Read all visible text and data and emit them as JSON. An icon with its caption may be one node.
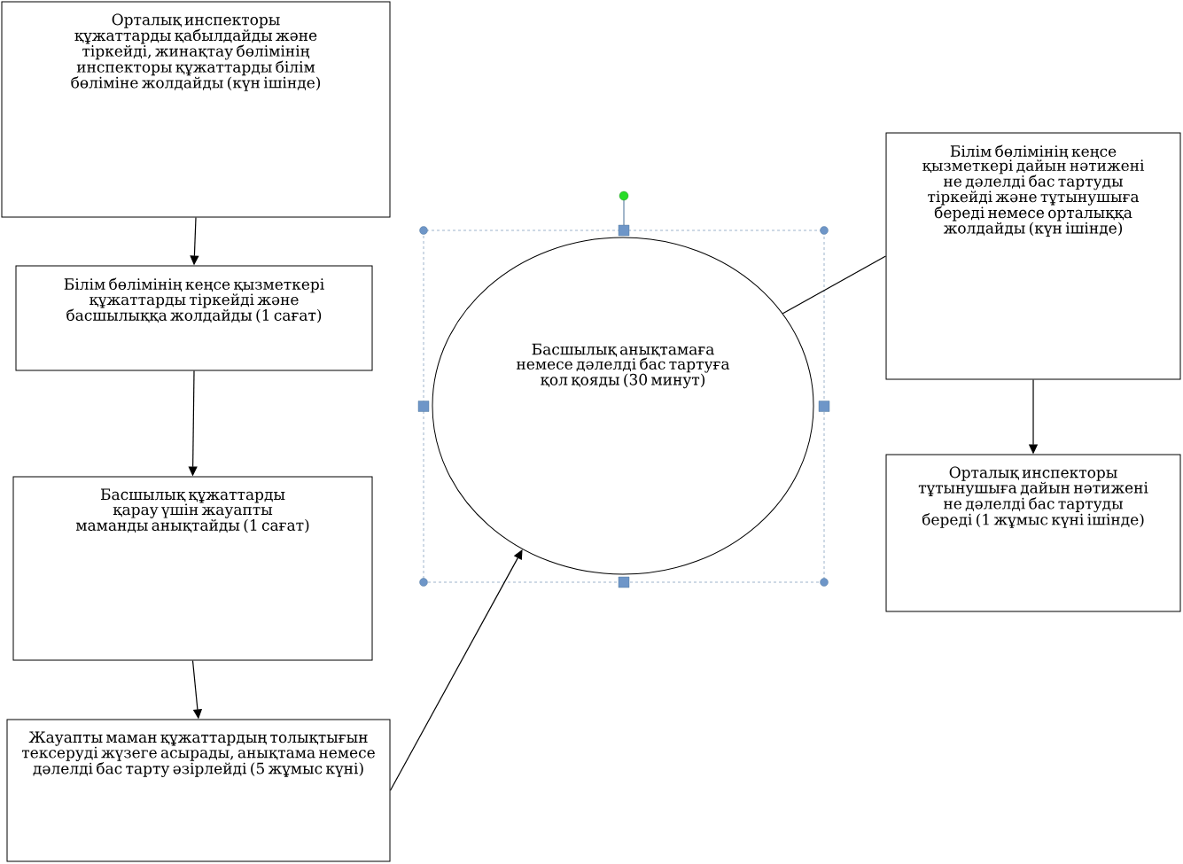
{
  "diagram": {
    "nodes": [
      {
        "text": [
          "Орталық инспекторы құжаттарды қабылдайды және тіркейді, жинақтау бөлімінің инспекторы құжаттарды білім бөліміне жолдайды (күн ішінде)"
        ]
      },
      {
        "text": [
          "Білім бөлімінің кеңсе қызметкері құжаттарды тіркейді және басшылыққа жолдайды (1 сағат)"
        ]
      },
      {
        "text": [
          "Басшылық құжаттарды қарау үшін жауапты маманды анықтайды (1 сағат)"
        ]
      },
      {
        "text": [
          "Жауапты маман құжаттардың толықтығын тексеруді жүзеге асырады, анықтама немесе дәлелді бас тарту әзірлейді (5 жұмыс күні)"
        ]
      },
      {
        "text": [
          "Басшылық анықтамаға немесе дәлелді бас тартуға қол қояды (30 минут)"
        ]
      },
      {
        "text": [
          "Білім бөлімінің кеңсе қызметкері дайын нәтижені не дәлелді бас тартуды тіркейді және тұтынушыға береді немесе орталыққа жолдайды (күн ішінде)"
        ]
      },
      {
        "text": [
          "Орталық инспекторы тұтынушыға дайын нәтижені не дәлелді бас тартуды береді (1 жұмыс күні ішінде)"
        ]
      }
    ],
    "edges": [
      {
        "from": 0,
        "to": 1,
        "arrow": "to"
      },
      {
        "from": 1,
        "to": 2,
        "arrow": "to"
      },
      {
        "from": 2,
        "to": 3,
        "arrow": "to"
      },
      {
        "from": 3,
        "to": 4,
        "arrow": "to"
      },
      {
        "from": 4,
        "to": 5,
        "arrow": "none"
      },
      {
        "from": 5,
        "to": 6,
        "arrow": "to"
      }
    ]
  }
}
